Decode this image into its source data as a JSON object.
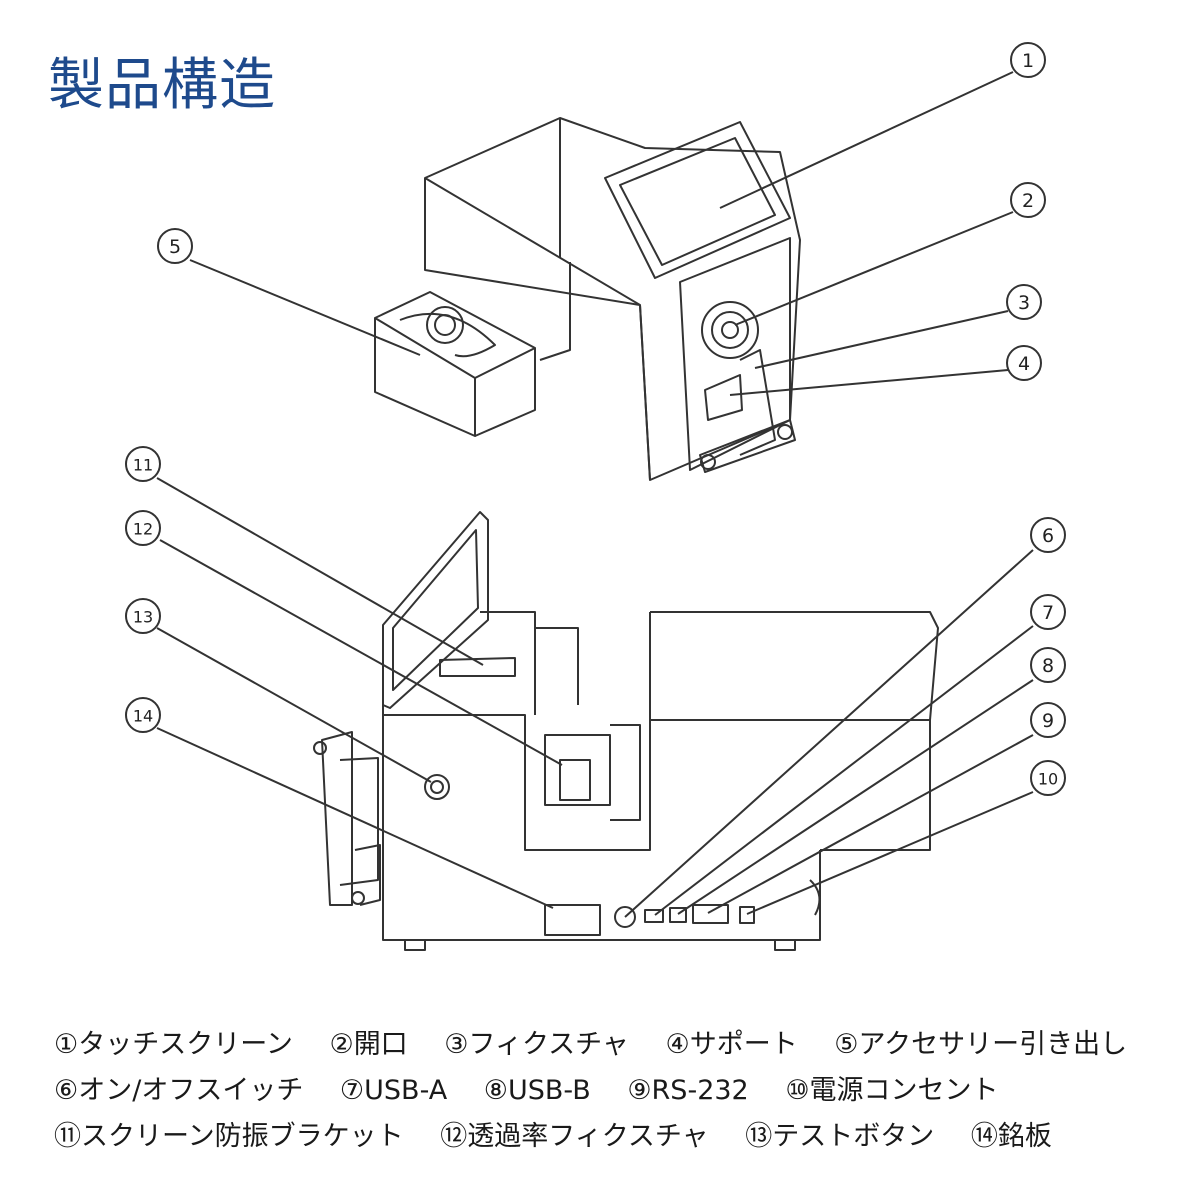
{
  "title": "製品構造",
  "callouts": [
    "1",
    "2",
    "3",
    "4",
    "5",
    "6",
    "7",
    "8",
    "9",
    "10",
    "11",
    "12",
    "13",
    "14"
  ],
  "legend": [
    {
      "num": "①",
      "text": "タッチスクリーン"
    },
    {
      "num": "②",
      "text": "開口"
    },
    {
      "num": "③",
      "text": "フィクスチャ"
    },
    {
      "num": "④",
      "text": "サポート"
    },
    {
      "num": "⑤",
      "text": "アクセサリー引き出し"
    },
    {
      "num": "⑥",
      "text": "オン/オフスイッチ"
    },
    {
      "num": "⑦",
      "text": "USB-A"
    },
    {
      "num": "⑧",
      "text": "USB-B"
    },
    {
      "num": "⑨",
      "text": "RS-232"
    },
    {
      "num": "⑩",
      "text": "電源コンセント"
    },
    {
      "num": "⑪",
      "text": "スクリーン防振ブラケット"
    },
    {
      "num": "⑫",
      "text": "透過率フィクスチャ"
    },
    {
      "num": "⑬",
      "text": "テストボタン"
    },
    {
      "num": "⑭",
      "text": "銘板"
    }
  ],
  "colors": {
    "title": "#1e4a8c",
    "line": "#333333"
  }
}
